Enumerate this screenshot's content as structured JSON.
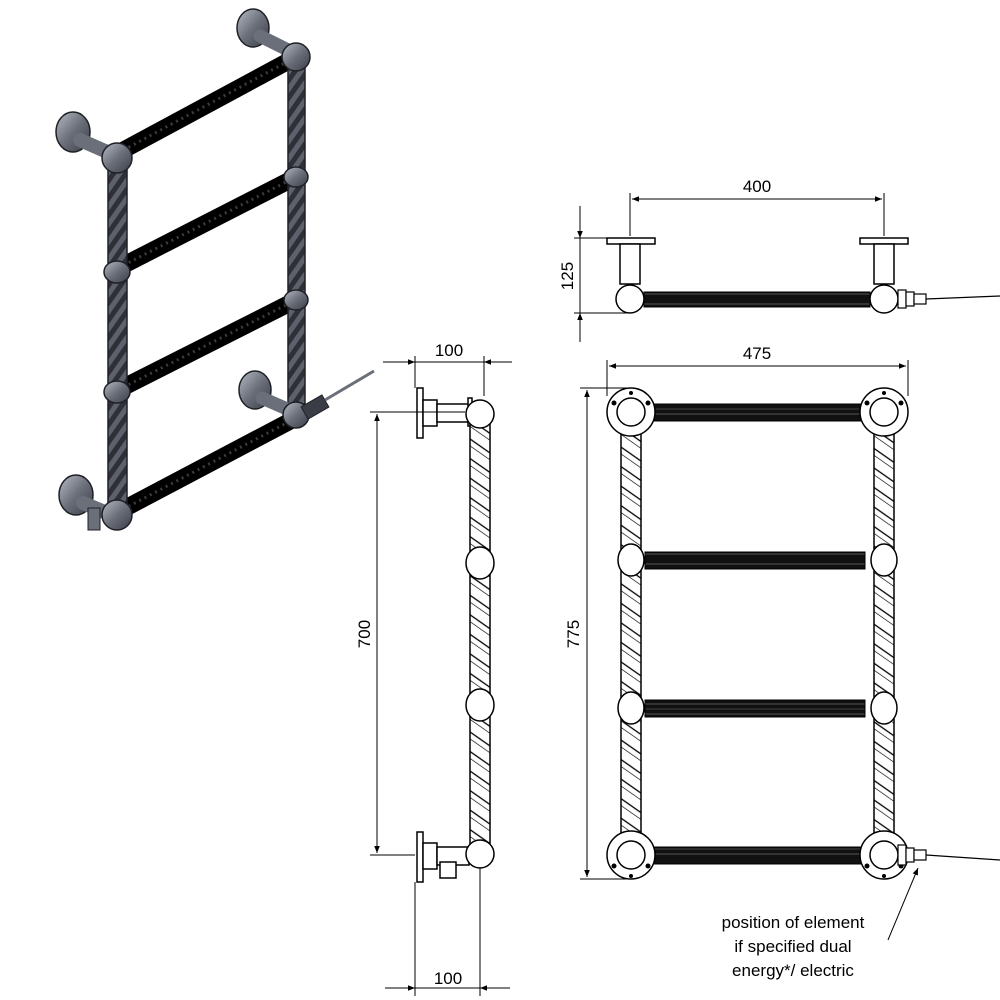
{
  "drawing": {
    "dimensions": {
      "top_width": "400",
      "top_depth": "125",
      "front_width": "475",
      "front_height": "775",
      "side_projection_top": "100",
      "side_height": "700",
      "side_projection_bottom": "100"
    },
    "note": {
      "line1": "position of element",
      "line2": "if specified dual",
      "line3": "energy*/ electric"
    },
    "colors": {
      "line": "#000000",
      "metal_dark": "#2e3038",
      "metal_mid": "#6b6f7a",
      "metal_light": "#a9adb6",
      "bar_black": "#111111"
    }
  }
}
